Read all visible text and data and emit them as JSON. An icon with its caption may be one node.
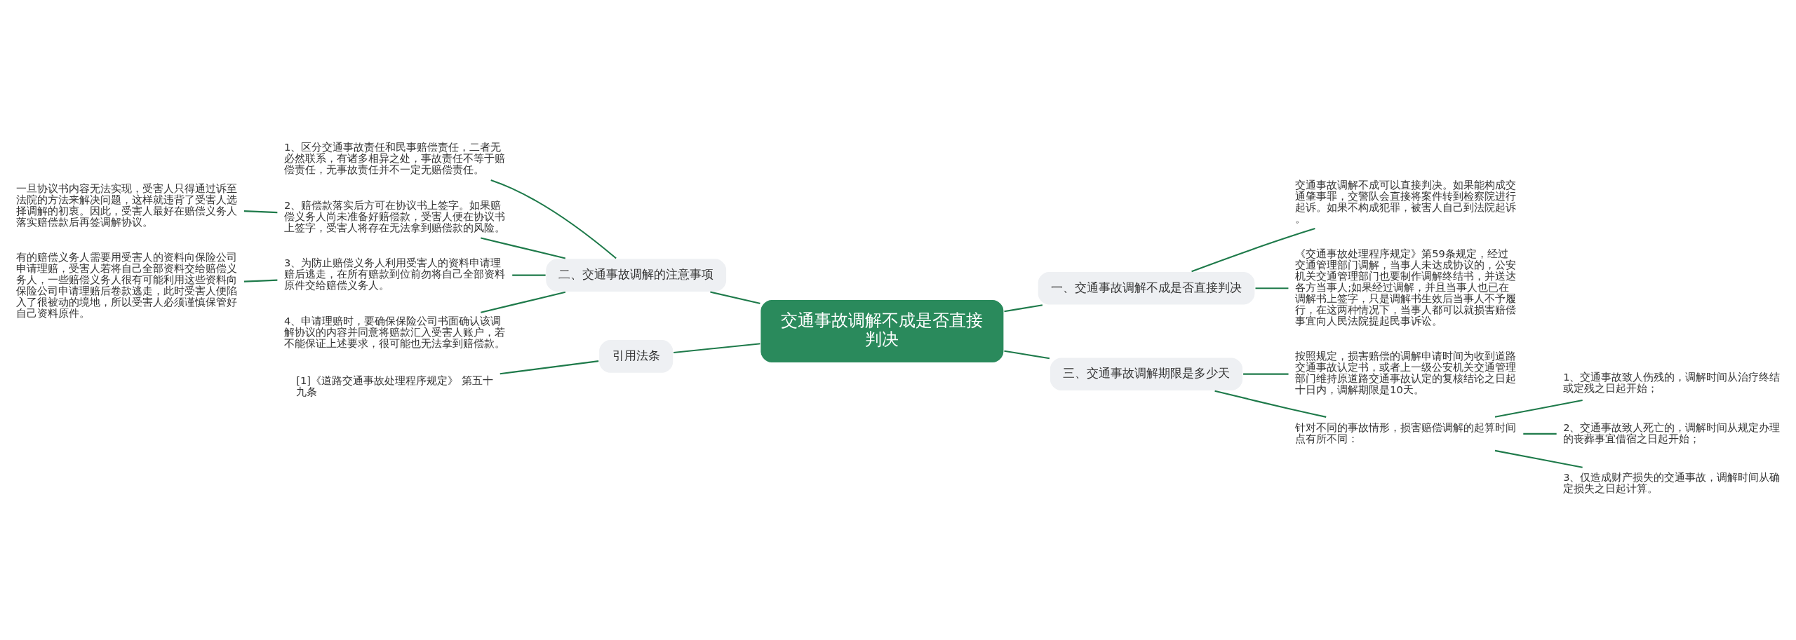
{
  "diagram": {
    "nodes": [
      {
        "text": [
          "交通事故调解不成是否直接判决"
        ]
      },
      {
        "text": [
          "一、交通事故调解不成是否直接判决"
        ]
      },
      {
        "text": [
          "交通事故调解不成可以直接判决。如果能构成交通肇事罪，交警队会直接将案件转到检察院进行起诉。如果不构成犯罪，被害人自己到法院起诉。"
        ]
      },
      {
        "text": [
          "《交通事故处理程序规定》第59条规定，经过交通管理部门调解，当事人未达成协议的，公安机关交通管理部门也要制作调解终结书，并送达各方当事人;如果经过调解，并且当事人也已在调解书上签字，只是调解书生效后当事人不予履行，在这两种情况下，当事人都可以就损害赔偿事宜向人民法院提起民事诉讼。"
        ]
      },
      {
        "text": [
          "三、交通事故调解期限是多少天"
        ]
      },
      {
        "text": [
          "按照规定，损害赔偿的调解申请时间为收到道路交通事故认定书，或者上一级公安机关交通管理部门维持原道路交通事故认定的复核结论之日起十日内，调解期限是10天。"
        ]
      },
      {
        "text": [
          "针对不同的事故情形，损害赔偿调解的起算时间点有所不同："
        ]
      },
      {
        "text": [
          "1、交通事故致人伤残的，调解时间从治疗终结或定残之日起开始；"
        ]
      },
      {
        "text": [
          "2、交通事故致人死亡的，调解时间从规定办理的丧葬事宜借宿之日起开始；"
        ]
      },
      {
        "text": [
          "3、仅造成财产损失的交通事故，调解时间从确定损失之日起计算。"
        ]
      },
      {
        "text": [
          "二、交通事故调解的注意事项"
        ]
      },
      {
        "text": [
          "1、区分交通事故责任和民事赔偿责任，二者无必然联系，有诸多相异之处，事故责任不等于赔偿责任，无事故责任并不一定无赔偿责任。"
        ]
      },
      {
        "text": [
          "2、赔偿款落实后方可在协议书上签字。如果赔偿义务人尚未准备好赔偿款，受害人便在协议书上签字，受害人将存在无法拿到赔偿款的风险。"
        ]
      },
      {
        "text": [
          "一旦协议书内容无法实现，受害人只得通过诉至法院的方法来解决问题，这样就违背了受害人选择调解的初衷。因此，受害人最好在赔偿义务人落实赔偿款后再签调解协议。"
        ]
      },
      {
        "text": [
          "3、为防止赔偿义务人利用受害人的资料申请理赔后逃走，在所有赔款到位前勿将自己全部资料原件交给赔偿义务人。"
        ]
      },
      {
        "text": [
          "有的赔偿义务人需要用受害人的资料向保险公司申请理赔，受害人若将自己全部资料交给赔偿义务人，一些赔偿义务人很有可能利用这些资料向保险公司申请理赔后卷款逃走，此时受害人便陷入了很被动的境地，所以受害人必须谨慎保管好自己资料原件。"
        ]
      },
      {
        "text": [
          "4、申请理赔时，要确保保险公司书面确认该调解协议的内容并同意将赔款汇入受害人账户，若不能保证上述要求，很可能也无法拿到赔偿款。"
        ]
      },
      {
        "text": [
          "引用法条"
        ]
      },
      {
        "text": [
          "[1]《道路交通事故处理程序规定》 第五十九条"
        ]
      }
    ],
    "edges": [
      {
        "from": 0,
        "to": 1,
        "arrow": "none"
      },
      {
        "from": 1,
        "to": 2,
        "arrow": "none"
      },
      {
        "from": 1,
        "to": 3,
        "arrow": "none"
      },
      {
        "from": 0,
        "to": 4,
        "arrow": "none"
      },
      {
        "from": 4,
        "to": 5,
        "arrow": "none"
      },
      {
        "from": 4,
        "to": 6,
        "arrow": "none"
      },
      {
        "from": 6,
        "to": 7,
        "arrow": "none"
      },
      {
        "from": 6,
        "to": 8,
        "arrow": "none"
      },
      {
        "from": 6,
        "to": 9,
        "arrow": "none"
      },
      {
        "from": 0,
        "to": 10,
        "arrow": "none"
      },
      {
        "from": 10,
        "to": 11,
        "arrow": "none"
      },
      {
        "from": 10,
        "to": 12,
        "arrow": "none"
      },
      {
        "from": 12,
        "to": 13,
        "arrow": "none"
      },
      {
        "from": 10,
        "to": 14,
        "arrow": "none"
      },
      {
        "from": 14,
        "to": 15,
        "arrow": "none"
      },
      {
        "from": 10,
        "to": 16,
        "arrow": "none"
      },
      {
        "from": 0,
        "to": 17,
        "arrow": "none"
      },
      {
        "from": 17,
        "to": 18,
        "arrow": "none"
      }
    ]
  }
}
